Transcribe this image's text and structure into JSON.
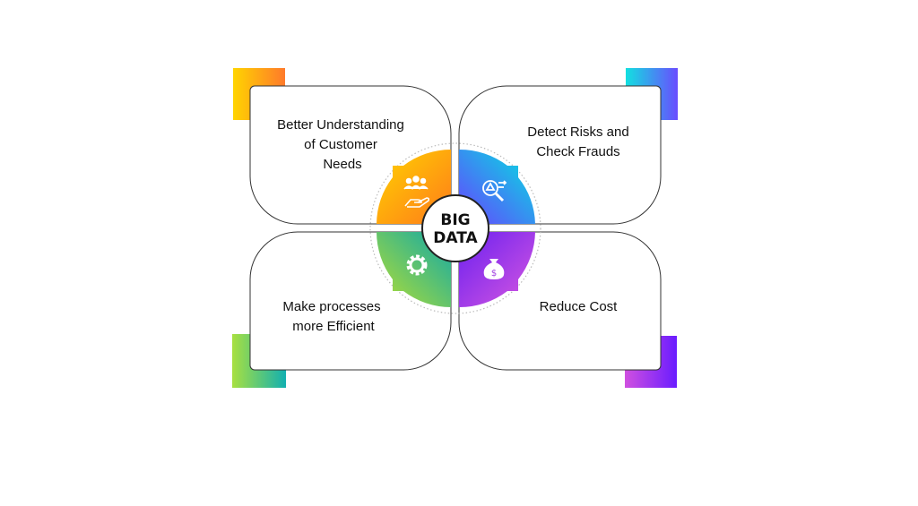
{
  "center": {
    "line1": "BIG",
    "line2": "DATA"
  },
  "quadrants": [
    {
      "lines": [
        "Better Understanding",
        "of Customer",
        "Needs"
      ],
      "icon": "customers-hand-icon",
      "colors": [
        "#ffd400",
        "#ff7a2a"
      ]
    },
    {
      "lines": [
        "Detect Risks and",
        "Check Frauds"
      ],
      "icon": "risk-magnifier-icon",
      "colors": [
        "#12e0e0",
        "#6a4cff"
      ]
    },
    {
      "lines": [
        "Make processes",
        "more Efficient"
      ],
      "icon": "gear-icon",
      "colors": [
        "#a8e040",
        "#12b0b0"
      ]
    },
    {
      "lines": [
        "Reduce Cost"
      ],
      "icon": "money-bag-icon",
      "colors": [
        "#d050e0",
        "#6a1cff"
      ]
    }
  ]
}
